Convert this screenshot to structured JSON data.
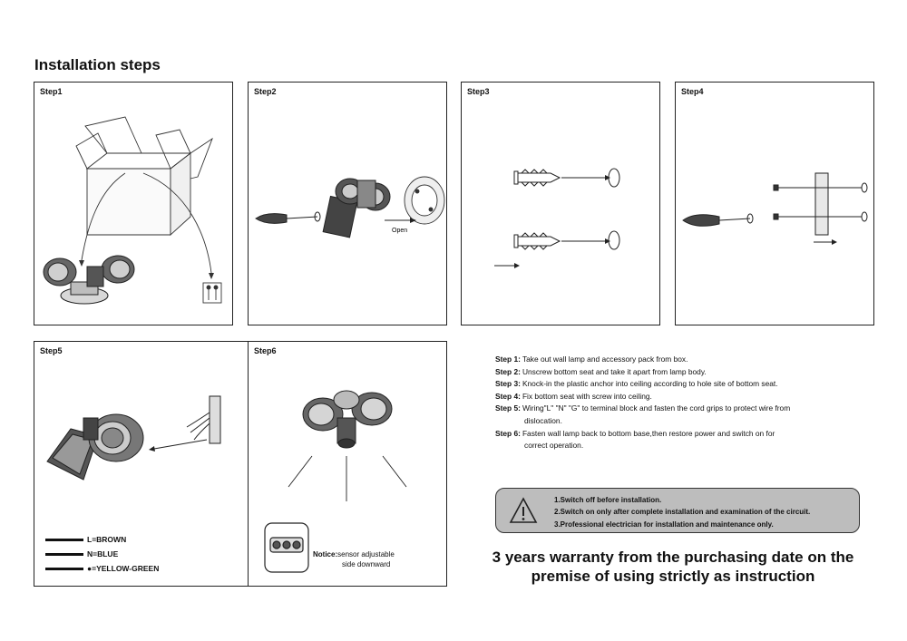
{
  "title": "Installation steps",
  "panels": {
    "step1": "Step1",
    "step2": "Step2",
    "step3": "Step3",
    "step4": "Step4",
    "step5": "Step5",
    "step6": "Step6"
  },
  "step2_open_label": "Open",
  "wire_legend": [
    "L=BROWN",
    "N=BLUE",
    "●=YELLOW-GREEN"
  ],
  "notice": {
    "label": "Notice:",
    "line1": "sensor adjustable",
    "line2": "side downward"
  },
  "steps": [
    {
      "key": "Step 1:",
      "text": "Take out wall lamp and accessory pack from box."
    },
    {
      "key": "Step 2:",
      "text": "Unscrew bottom seat and take it apart from lamp body."
    },
    {
      "key": "Step 3:",
      "text": "Knock-in the plastic anchor into ceiling according to hole site of bottom seat."
    },
    {
      "key": "Step 4:",
      "text": "Fix bottom seat with screw into ceiling."
    },
    {
      "key": "Step 5:",
      "text": "Wiring\"L\" \"N\" \"G\" to terminal block and fasten the cord grips to protect wire from",
      "cont": "dislocation."
    },
    {
      "key": "Step 6:",
      "text": "Fasten wall lamp back to bottom base,then restore power and switch on for",
      "cont": "correct operation."
    }
  ],
  "warnings": [
    "1.Switch off before installation.",
    "2.Switch on only after complete installation and examination of the circuit.",
    "3.Professional electrician for installation and maintenance only."
  ],
  "warranty": {
    "line1": "3 years warranty from the purchasing date on the",
    "line2": "premise of using strictly as instruction"
  }
}
